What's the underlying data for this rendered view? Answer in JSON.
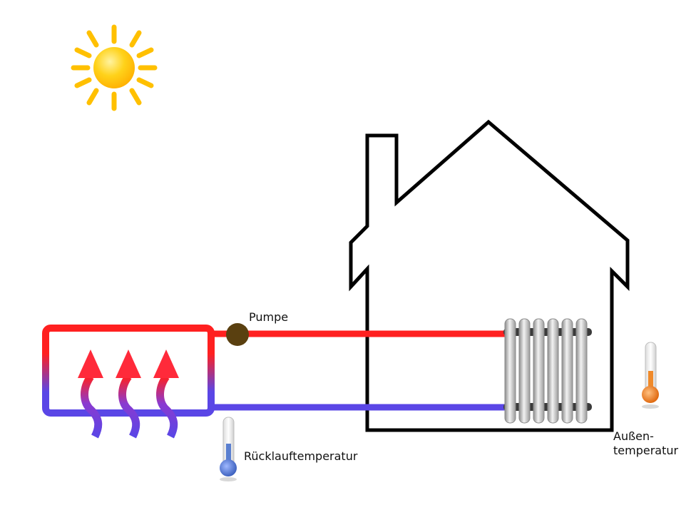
{
  "labels": {
    "pump": "Pumpe",
    "return_temperature": "Rücklauftemperatur",
    "outside_temperature_line1": "Außen-",
    "outside_temperature_line2": "temperatur"
  },
  "colors": {
    "supply_pipe": "#ff2020",
    "return_pipe": "#5a46e6",
    "house_outline": "#000000",
    "pump": "#5a4010",
    "sun": "#ffc000",
    "radiator": "#b8b8b8",
    "thermometer_cold": "#5a7fd0",
    "thermometer_warm": "#f08a2a"
  },
  "icons": [
    "sun-icon",
    "solar-collector-icon",
    "pump-icon",
    "house-icon",
    "radiator-icon",
    "thermometer-cold-icon",
    "thermometer-warm-icon"
  ]
}
